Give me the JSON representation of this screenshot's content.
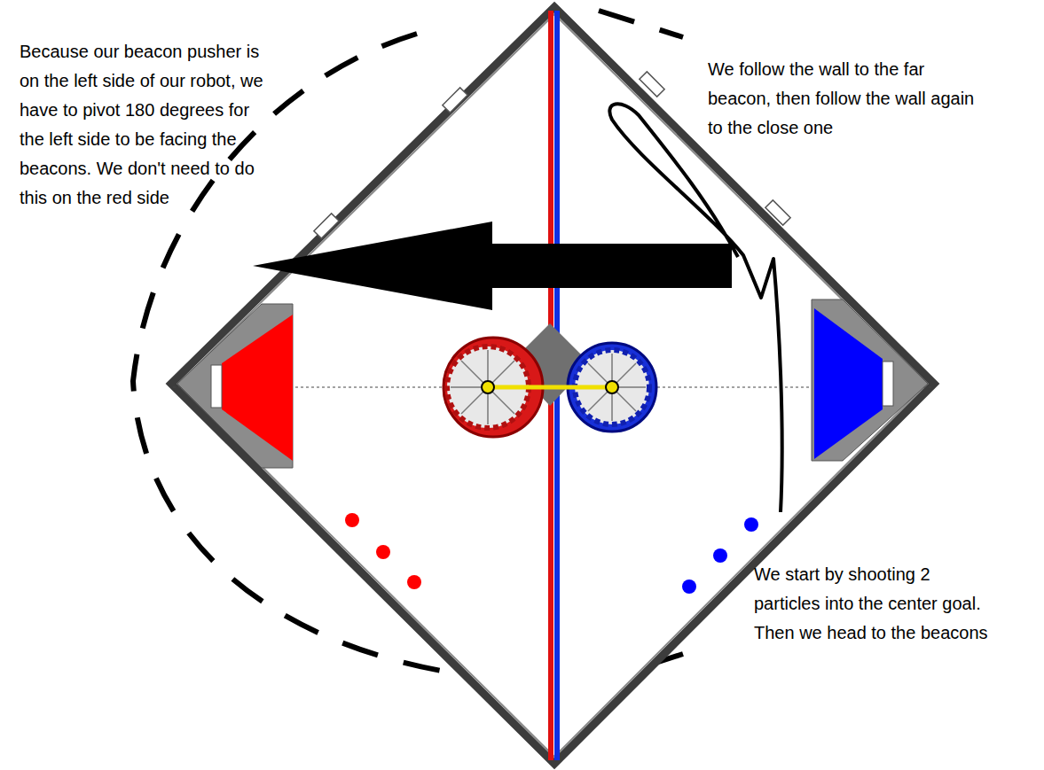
{
  "diagram": {
    "labels": [
      "Because our beacon pusher is on the left side of our robot, we have to pivot 180 degrees for the left side to be facing the beacons. We don't need to do this on the red side",
      "We follow the wall to the far beacon, then follow the wall again to the close one",
      "We start by shooting 2 particles into the center goal. Then we head to the beacons"
    ]
  }
}
